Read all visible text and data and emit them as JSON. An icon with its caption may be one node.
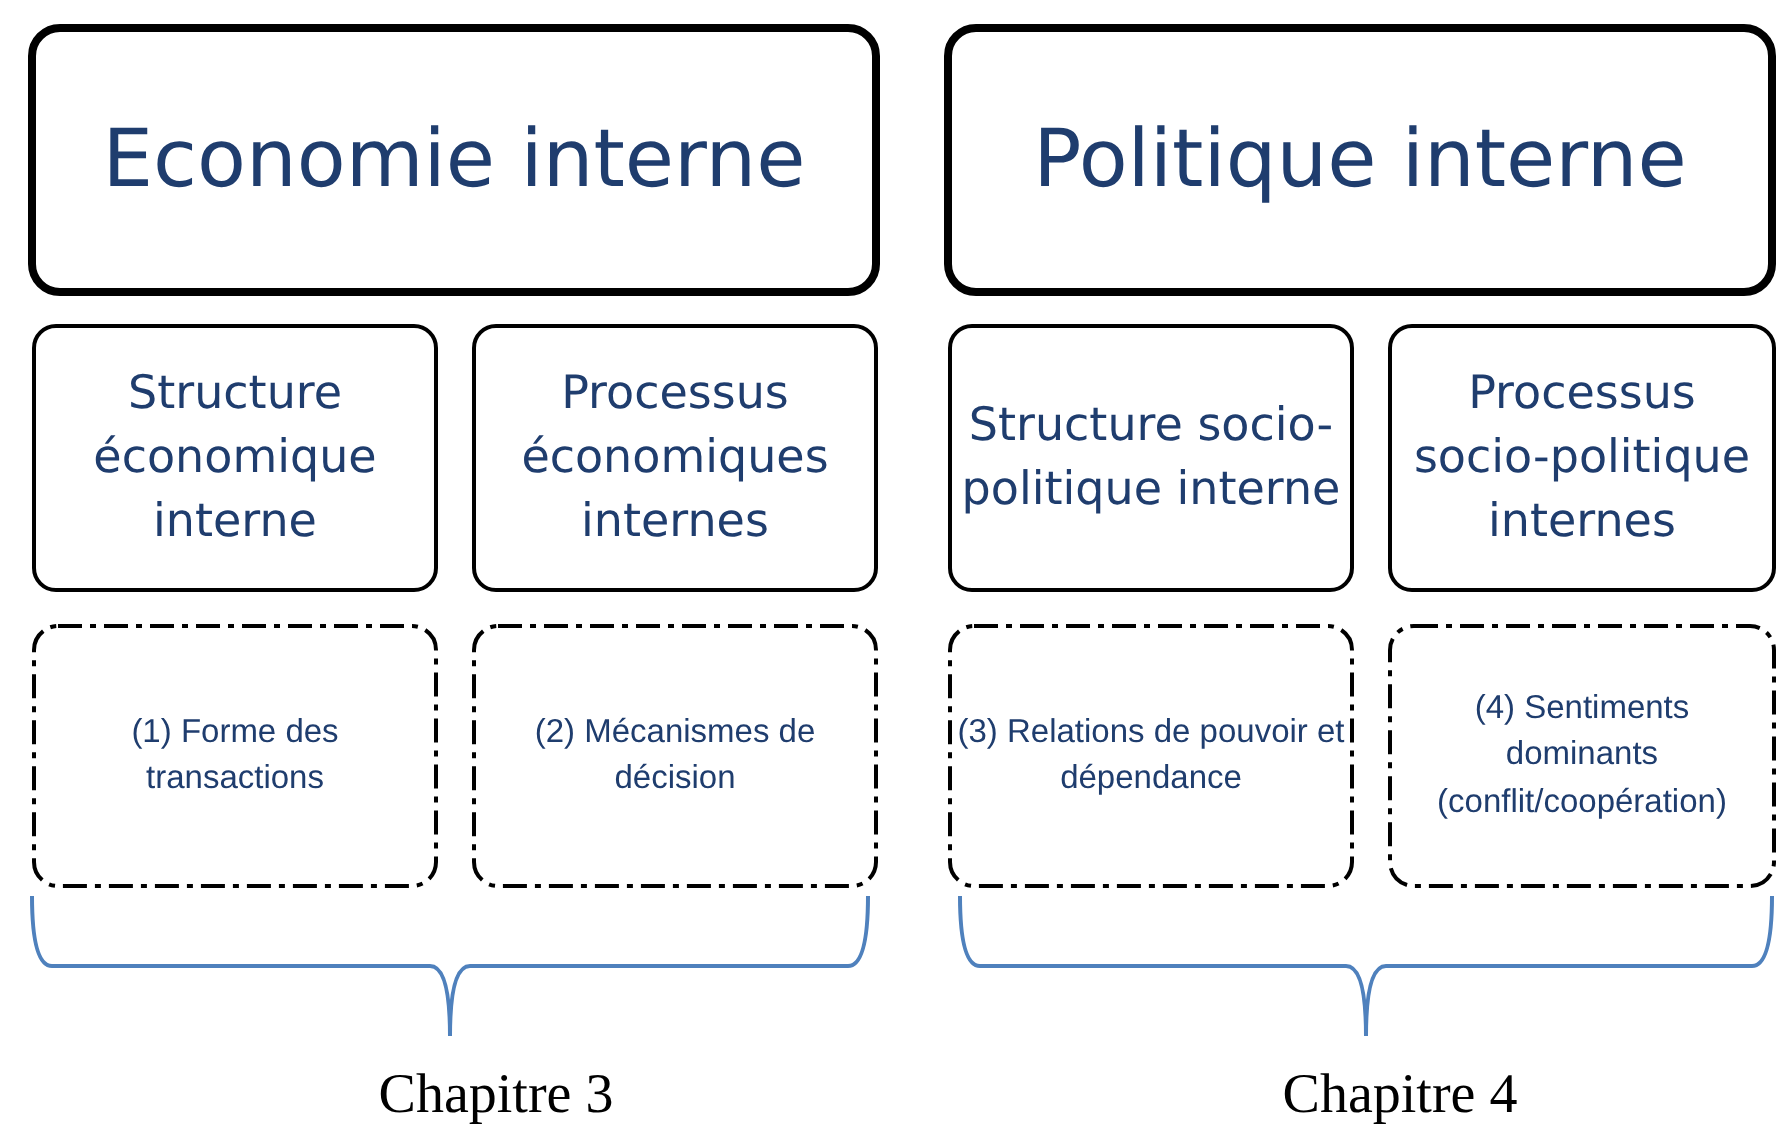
{
  "diagram": {
    "nodes": [
      {
        "text": [
          "Economie interne"
        ]
      },
      {
        "text": [
          "Structure économique interne"
        ]
      },
      {
        "text": [
          "Processus économiques internes"
        ]
      },
      {
        "text": [
          "(1) Forme des transactions"
        ]
      },
      {
        "text": [
          "(2) Mécanismes de décision"
        ]
      },
      {
        "text": [
          "Politique interne"
        ]
      },
      {
        "text": [
          "Structure socio-politique interne"
        ]
      },
      {
        "text": [
          "Processus socio-politique internes"
        ]
      },
      {
        "text": [
          "(3) Relations de pouvoir et dépendance"
        ]
      },
      {
        "text": [
          "(4) Sentiments dominants (conflit/coopération)"
        ]
      }
    ],
    "labels": [
      "Chapitre 3",
      "Chapitre 4"
    ]
  }
}
